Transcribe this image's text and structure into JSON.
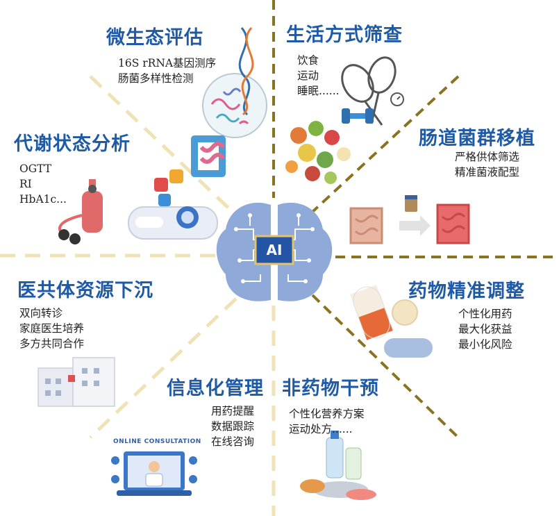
{
  "center": {
    "label": "AI"
  },
  "sections": {
    "micro": {
      "title": "微生态评估",
      "items": [
        "16S rRNA基因测序",
        "肠菌多样性检测"
      ]
    },
    "lifestyle": {
      "title": "生活方式筛查",
      "items": [
        "饮食",
        "运动",
        "睡眠......"
      ]
    },
    "metabolic": {
      "title": "代谢状态分析",
      "items": [
        "OGTT",
        "RI",
        "HbA1c..."
      ]
    },
    "fmt": {
      "title": "肠道菌群移植",
      "items": [
        "严格供体筛选",
        "精准菌液配型"
      ]
    },
    "resources": {
      "title": "医共体资源下沉",
      "items": [
        "双向转诊",
        "家庭医生培养",
        "多方共同合作"
      ]
    },
    "drug": {
      "title": "药物精准调整",
      "items": [
        "个性化用药",
        "最大化获益",
        "最小化风险"
      ]
    },
    "info": {
      "title": "信息化管理",
      "items": [
        "用药提醒",
        "数据跟踪",
        "在线咨询"
      ]
    },
    "nondrug": {
      "title": "非药物干预",
      "items": [
        "个性化营养方案",
        "运动处方......"
      ]
    }
  },
  "online_banner": "ONLINE CONSULTATION",
  "colors": {
    "title": "#1f5aa6",
    "divider_dark": "#8a7320",
    "divider_light": "#efe2b6",
    "brain": "#8fa9d8"
  }
}
